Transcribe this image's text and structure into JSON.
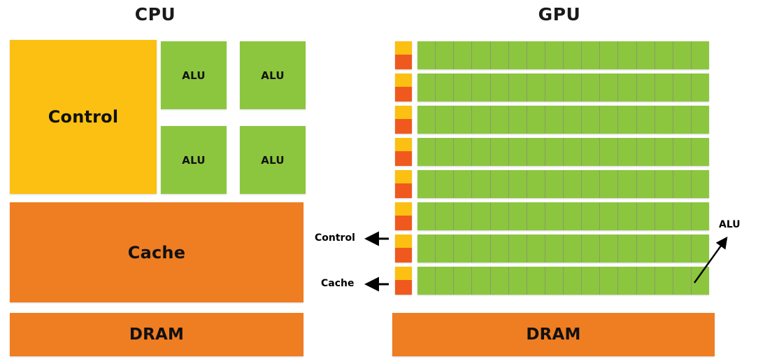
{
  "figure": {
    "panels": [
      {
        "id": "cpu",
        "title": "CPU",
        "blocks": {
          "control": "Control",
          "cache": "Cache",
          "dram": "DRAM"
        },
        "alu_label": "ALU",
        "alu_count": 4
      },
      {
        "id": "gpu",
        "title": "GPU",
        "blocks": {
          "dram": "DRAM"
        },
        "rows": 8,
        "alus_per_row": 16,
        "callouts": [
          {
            "name": "control",
            "label": "Control",
            "direction": "left"
          },
          {
            "name": "cache",
            "label": "Cache",
            "direction": "left"
          },
          {
            "name": "alu",
            "label": "ALU",
            "direction": "up-right"
          }
        ]
      }
    ],
    "colors": {
      "control_yellow": "#FBC012",
      "cache_orange": "#EF7D22",
      "row_cache_orange": "#F0591E",
      "alu_green": "#8CC63E",
      "background": "#FFFFFF",
      "text": "#111111"
    }
  }
}
